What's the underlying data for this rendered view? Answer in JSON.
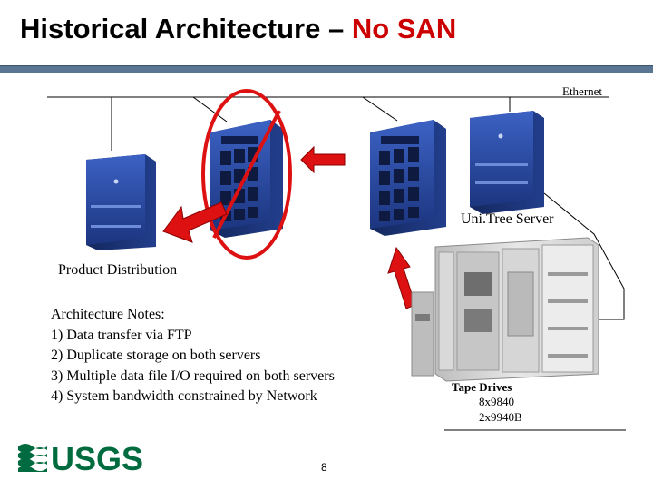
{
  "title": {
    "main": "Historical Architecture – ",
    "accent": "No SAN"
  },
  "labels": {
    "ethernet": "Ethernet",
    "unitree_server": "Uni.Tree Server",
    "product_distribution": "Product Distribution",
    "tape_drives": "Tape Drives",
    "tape_8x9840": "8x9840",
    "tape_2x9940b": "2x9940B"
  },
  "notes": {
    "heading": "Architecture Notes:",
    "items": [
      "1) Data transfer via FTP",
      "2) Duplicate storage on both servers",
      "3) Multiple data file I/O required on both servers",
      "4) System bandwidth constrained by Network"
    ]
  },
  "logo": {
    "text": "USGS"
  },
  "page_number": "8",
  "colors": {
    "accent": "#cc0000",
    "server_blue": "#2a4aa0",
    "rule": "#5a7592",
    "arrow_red": "#dd1111"
  }
}
